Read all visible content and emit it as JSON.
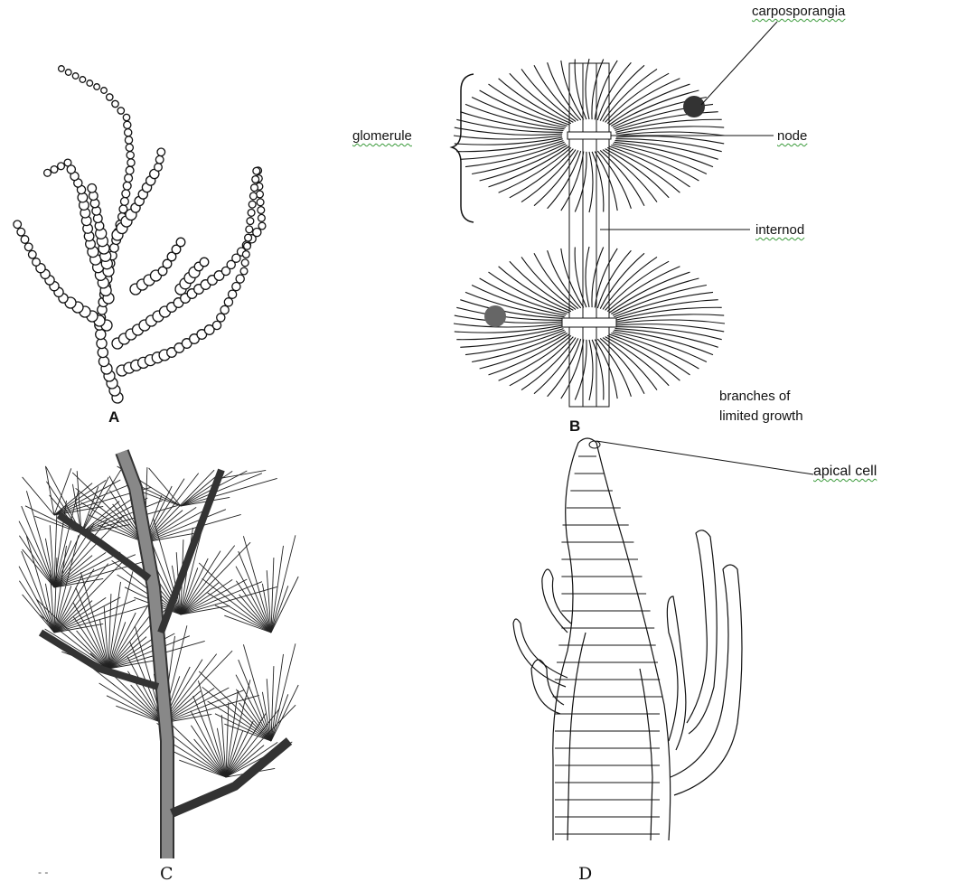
{
  "panels": {
    "a": {
      "letter": "A"
    },
    "b": {
      "letter": "B"
    },
    "c": {
      "letter": "C"
    },
    "d": {
      "letter": "D"
    }
  },
  "labels": {
    "carposporangia": "carposporangia",
    "glomerule": "glomerule",
    "node": "node",
    "internod": "internod",
    "branches_line1": "branches of",
    "branches_line2": "limited growth",
    "apical_cell": "apical cell",
    "small_mark": "- -"
  },
  "colors": {
    "ink": "#111111",
    "squiggle": "#3a9a3a",
    "background": "#ffffff"
  }
}
